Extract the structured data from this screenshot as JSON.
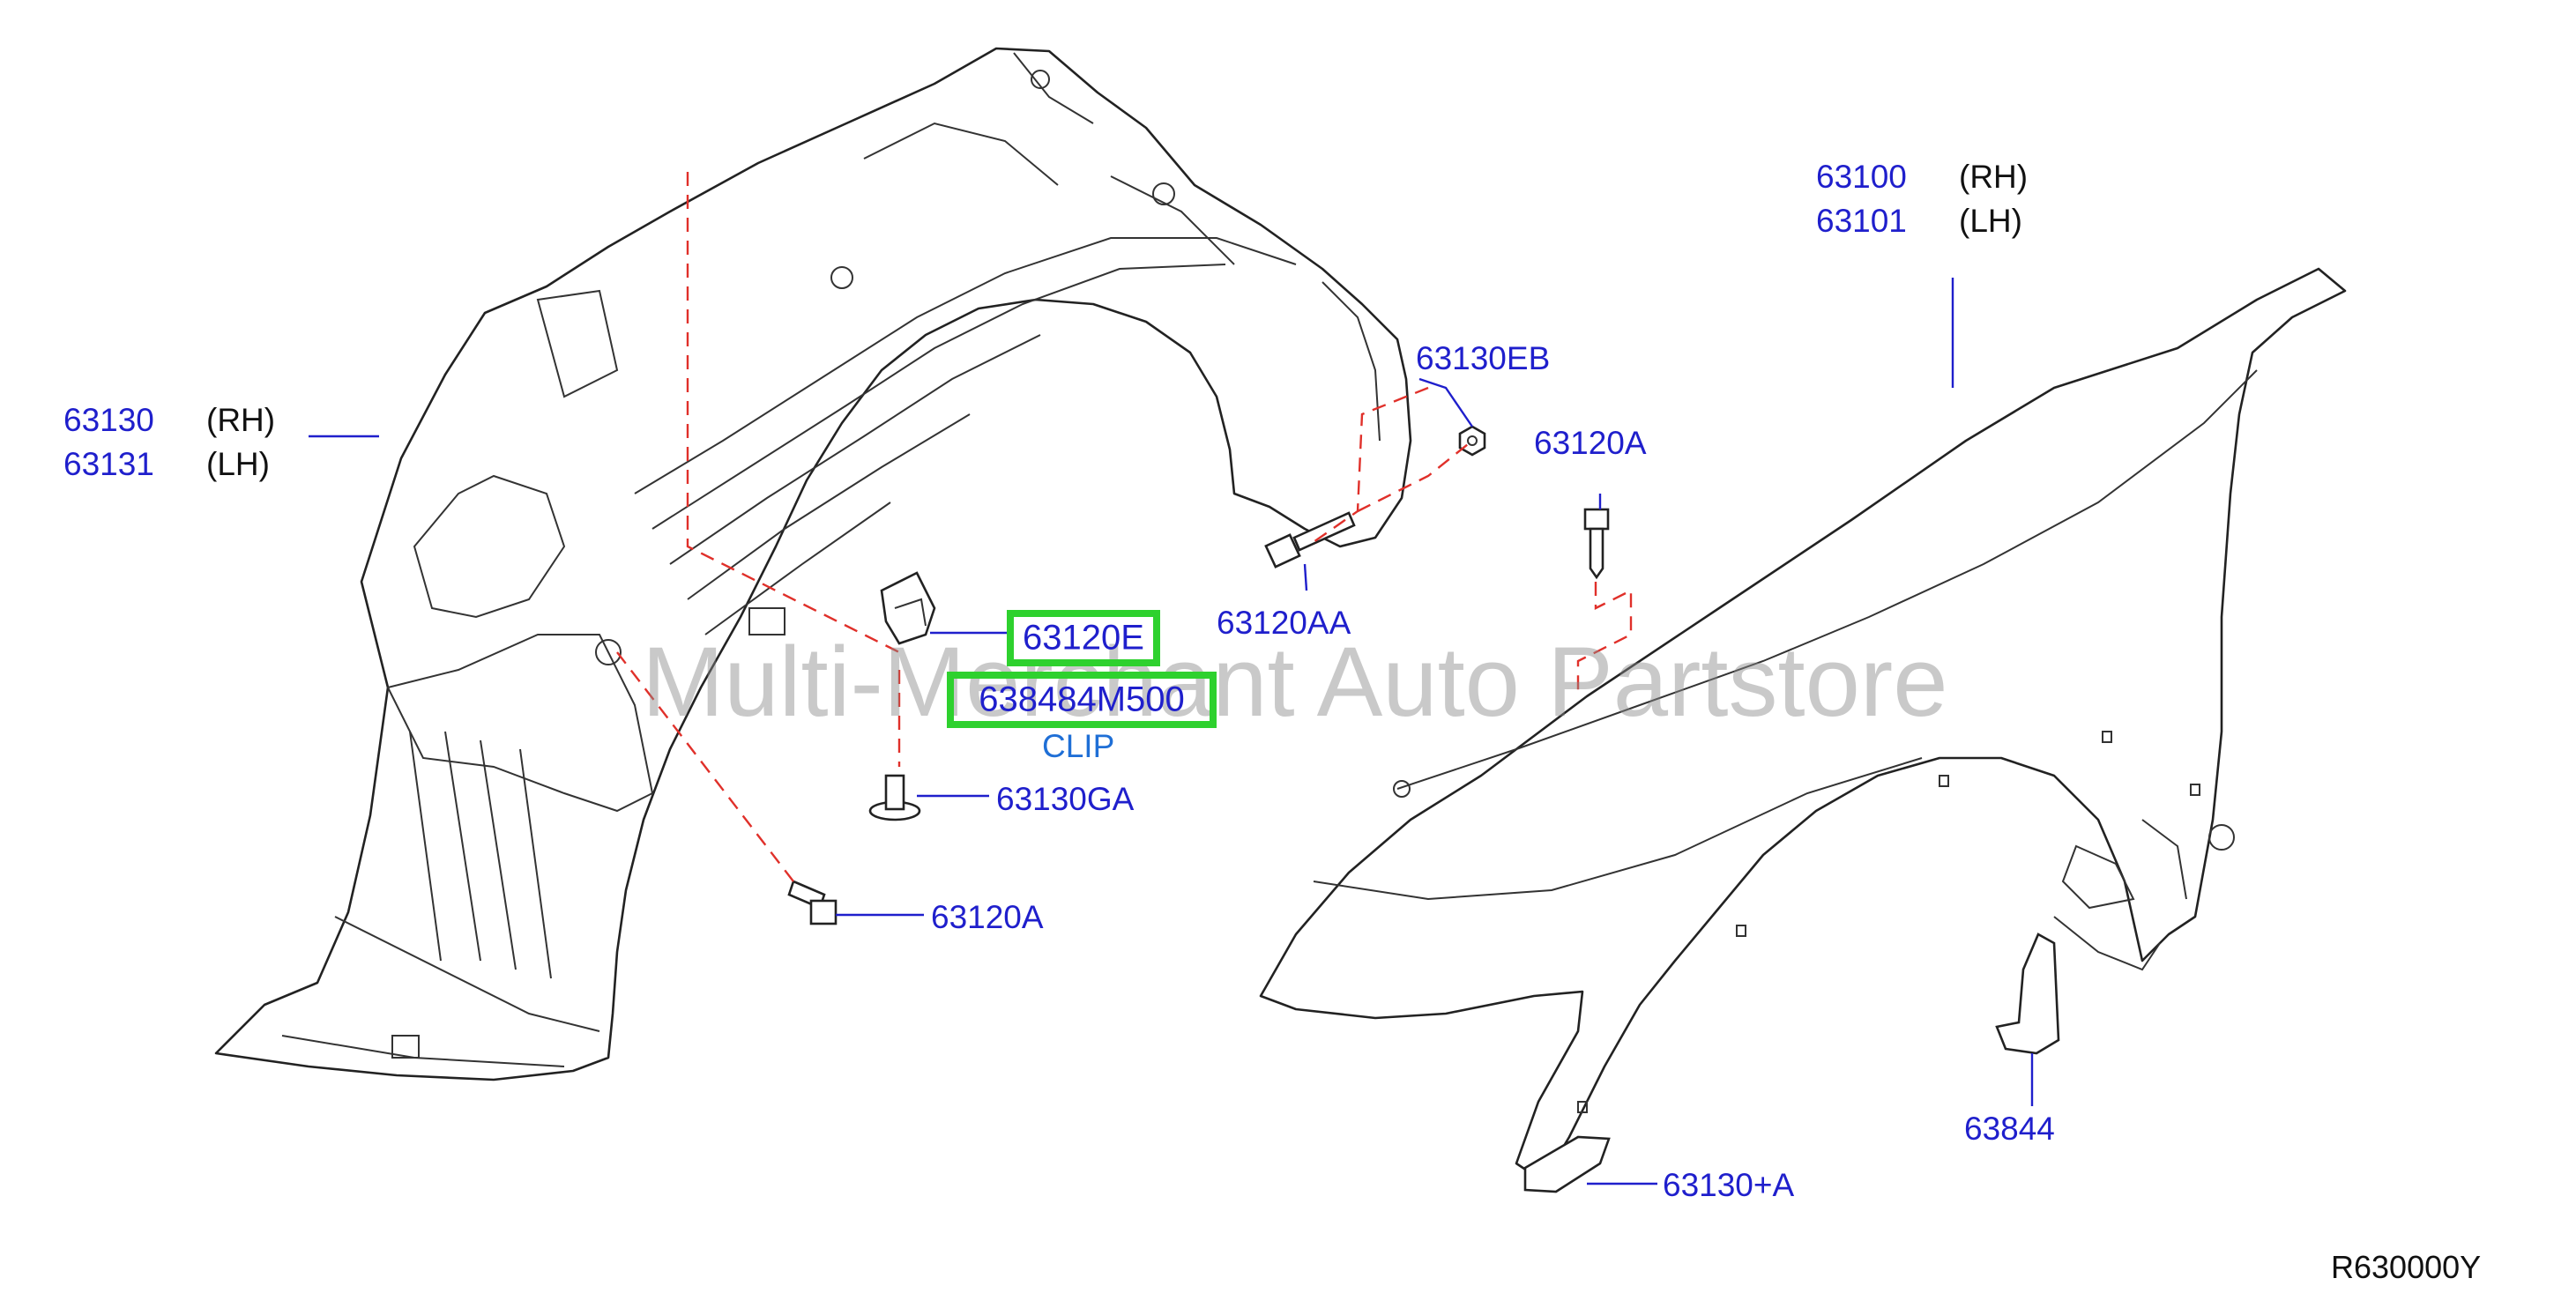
{
  "diagram": {
    "parts": {
      "liner_rh_no": "63130",
      "liner_rh_side": "(RH)",
      "liner_lh_no": "63131",
      "liner_lh_side": "(LH)",
      "fender_rh_no": "63100",
      "fender_rh_side": "(RH)",
      "fender_lh_no": "63101",
      "fender_lh_side": "(LH)",
      "nut": "63130EB",
      "screw_a_top": "63120A",
      "bolt_aa": "63120AA",
      "clip_e": "63120E",
      "clip_pn": "638484M500",
      "clip_name": "CLIP",
      "grommet": "63130GA",
      "screw_a_bottom": "63120A",
      "mudguard_seal": "63844",
      "protector": "63130+A"
    },
    "watermark": "Multi-Merchant Auto Partstore",
    "diagram_code": "R630000Y"
  },
  "colors": {
    "label_blue": "#1f1fcc",
    "highlight_green": "#2ed12e",
    "dash_red": "#e0302a",
    "line_black": "#222222"
  }
}
